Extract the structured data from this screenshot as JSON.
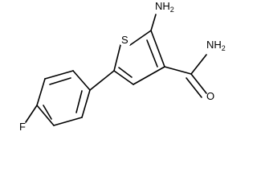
{
  "structure": {
    "atoms": {
      "sulfur": "S",
      "amine": "NH",
      "amine_subscript": "2",
      "amide_n": "NH",
      "amide_n_subscript": "2",
      "carbonyl_o": "O",
      "fluorine": "F"
    },
    "colors": {
      "bond": "#000000",
      "label": "#000000",
      "background": "#ffffff"
    }
  }
}
